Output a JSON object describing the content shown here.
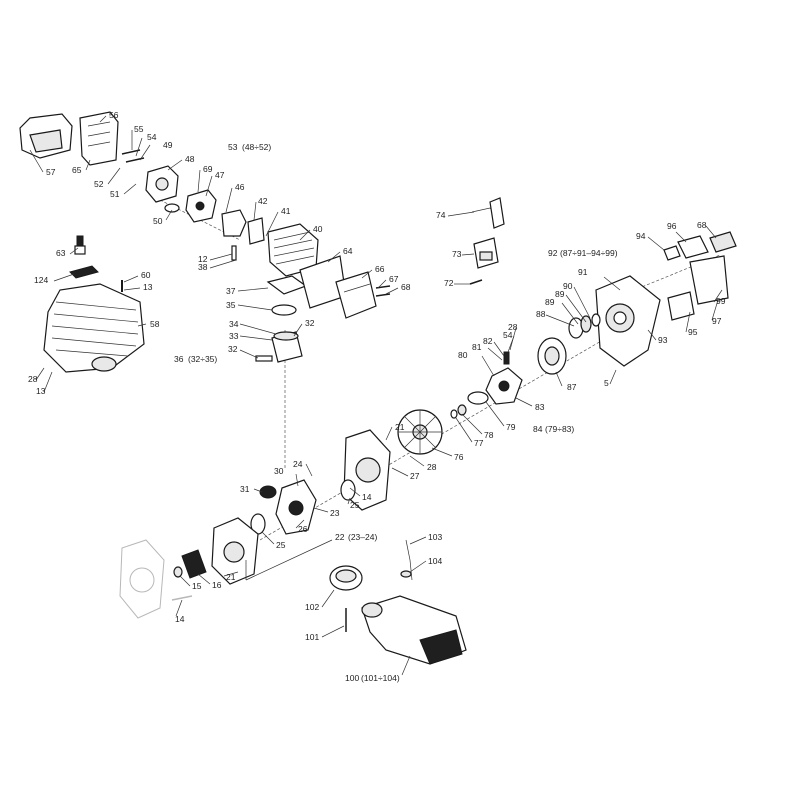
{
  "labels": {
    "l56": "56",
    "l55": "55",
    "l54a": "54",
    "l49": "49",
    "l57": "57",
    "l65": "65",
    "l52": "52",
    "l51": "51",
    "l48": "48",
    "l53": "53",
    "l53g": "(48÷52)",
    "l69": "69",
    "l47": "47",
    "l46": "46",
    "l50": "50",
    "l42": "42",
    "l41": "41",
    "l40": "40",
    "l12": "12",
    "l38": "38",
    "l63": "63",
    "l64": "64",
    "l124": "124",
    "l60": "60",
    "l13a": "13",
    "l37": "37",
    "l66": "66",
    "l67": "67",
    "l68a": "68",
    "l35": "35",
    "l58": "58",
    "l34": "34",
    "l33": "33",
    "l32a": "32",
    "l32b": "32",
    "l36": "36",
    "l36g": "(32÷35)",
    "l28a": "28",
    "l13b": "13",
    "l74": "74",
    "l73": "73",
    "l72": "72",
    "l94": "94",
    "l96": "96",
    "l68b": "68",
    "l92": "92",
    "l92g": "(87÷91–94÷99)",
    "l91": "91",
    "l90": "90",
    "l89a": "89",
    "l89b": "89",
    "l88": "88",
    "l99": "99",
    "l97": "97",
    "l95": "95",
    "l93": "93",
    "l28b": "28",
    "l54b": "54",
    "l82": "82",
    "l81": "81",
    "l80": "80",
    "l87": "87",
    "l5": "5",
    "l83": "83",
    "l79": "79",
    "l84": "84",
    "l84g": "(79÷83)",
    "l78": "78",
    "l77": "77",
    "l21a": "21",
    "l76": "76",
    "l28c": "28",
    "l27": "27",
    "l30": "30",
    "l24": "24",
    "l31": "31",
    "l14a": "14",
    "l23": "23",
    "l25a": "25",
    "l26": "26",
    "l25b": "25",
    "l22": "22",
    "l22g": "(23–24)",
    "l21b": "21",
    "l16": "16",
    "l15": "15",
    "l14b": "14",
    "l103": "103",
    "l104": "104",
    "l102": "102",
    "l101": "101",
    "l100": "100",
    "l100g": "(101÷104)"
  }
}
